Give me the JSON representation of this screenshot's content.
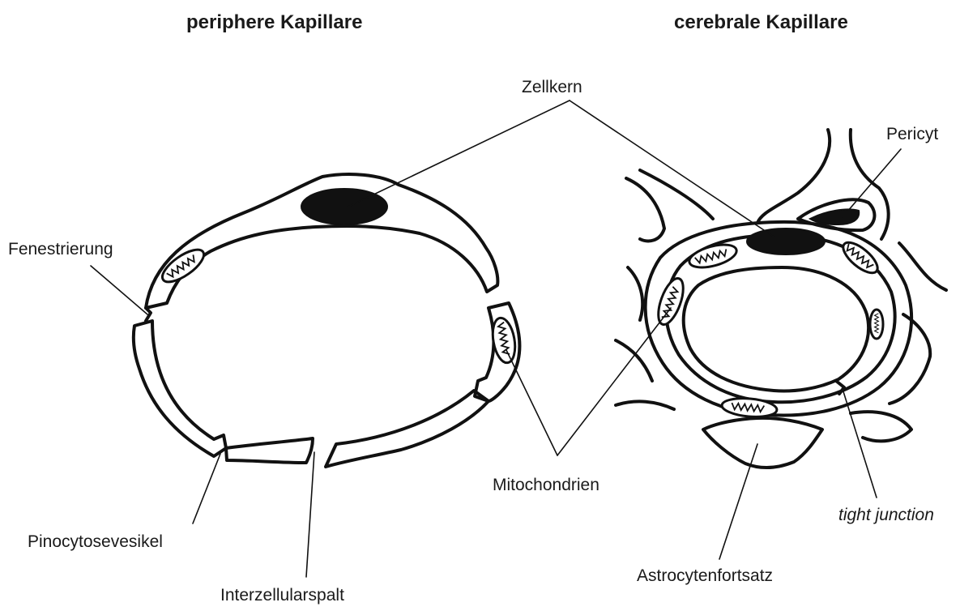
{
  "titles": {
    "peripheral": "periphere Kapillare",
    "cerebral": "cerebrale Kapillare"
  },
  "labels": {
    "nucleus": "Zellkern",
    "pericyte": "Pericyt",
    "fenestration": "Fenestrierung",
    "mitochondria": "Mitochondrien",
    "tight_junction": "tight junction",
    "pinocytosis_vesicle": "Pinocytosevesikel",
    "astrocyte_process": "Astrocytenfortsatz",
    "intercellular_cleft": "Interzellularspalt"
  }
}
